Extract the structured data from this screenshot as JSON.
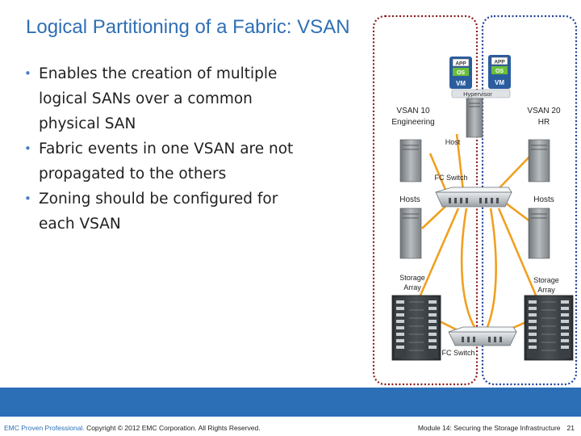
{
  "slide": {
    "title": "Logical Partitioning of a Fabric: VSAN",
    "bullets": [
      "Enables the creation of multiple logical SANs over a common physical SAN",
      "Fabric events in one VSAN are not propagated to the others",
      "Zoning should be configured for each VSAN"
    ]
  },
  "diagram": {
    "vm_labels": {
      "app": "APP",
      "os": "OS",
      "vm": "VM"
    },
    "hypervisor_label": "Hypervisor",
    "vsan10_line1": "VSAN 10",
    "vsan10_line2": "Engineering",
    "vsan20_line1": "VSAN 20",
    "vsan20_line2": "HR",
    "host_label": "Host",
    "fc_switch_top": "FC Switch",
    "hosts_left": "Hosts",
    "hosts_right": "Hosts",
    "storage_left_line1": "Storage",
    "storage_left_line2": "Array",
    "storage_right_line1": "Storage",
    "storage_right_line2": "Array",
    "fc_switch_bottom": "FC Switch",
    "colors": {
      "vsan10_border": "#8b1a1a",
      "vsan20_border": "#1f3f9a",
      "link": "#f0a020"
    }
  },
  "footer": {
    "brand": "EMC Proven Professional.",
    "copyright": "Copyright © 2012 EMC Corporation. All Rights Reserved.",
    "module": "Module 14: Securing the Storage Infrastructure",
    "page": "21"
  }
}
